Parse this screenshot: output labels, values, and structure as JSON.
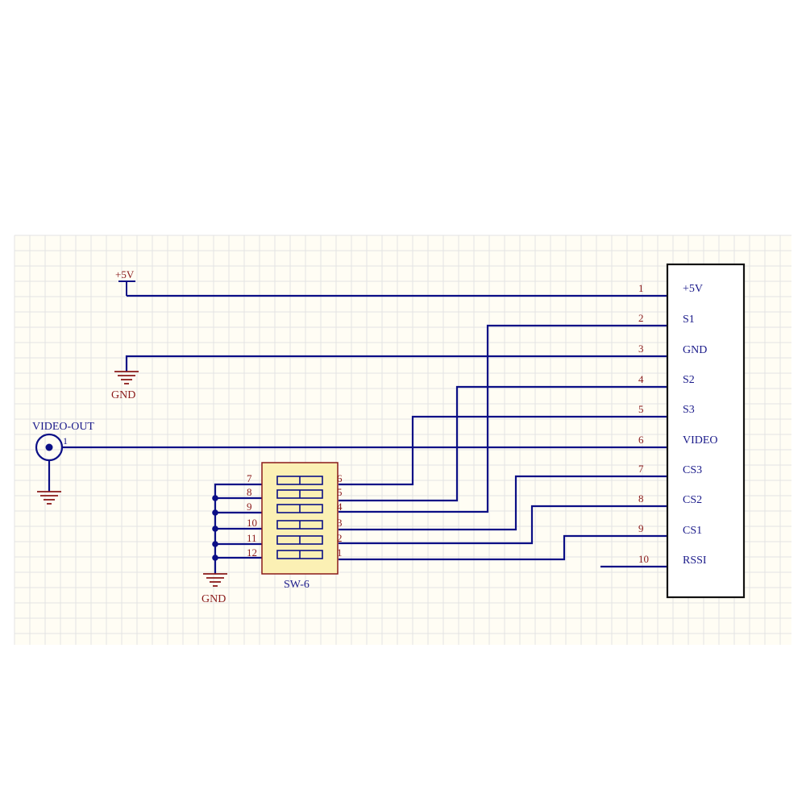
{
  "colors": {
    "paper": "#fffdf4",
    "grid": "#e3e3e3",
    "wire": "#0b0f86",
    "pin_number": "#8a1a1a",
    "pin_name": "#1a1a8a",
    "part_label": "#1a1a8a",
    "power_label": "#8a1a1a",
    "junction": "#0b0f86",
    "switch_body": "#fbf0b4",
    "ground_symbol": "#8a1a1a"
  },
  "power": {
    "vcc_label": "+5V",
    "gnd_top_label": "GND",
    "gnd_bottom_label": "GND"
  },
  "video_out": {
    "label": "VIDEO-OUT",
    "pin": "1"
  },
  "switch": {
    "label": "SW-6",
    "left_pins": [
      "7",
      "8",
      "9",
      "10",
      "11",
      "12"
    ],
    "right_pins": [
      "6",
      "5",
      "4",
      "3",
      "2",
      "1"
    ]
  },
  "connector": {
    "pins": [
      {
        "num": "1",
        "name": "+5V"
      },
      {
        "num": "2",
        "name": "S1"
      },
      {
        "num": "3",
        "name": "GND"
      },
      {
        "num": "4",
        "name": "S2"
      },
      {
        "num": "5",
        "name": "S3"
      },
      {
        "num": "6",
        "name": "VIDEO"
      },
      {
        "num": "7",
        "name": "CS3"
      },
      {
        "num": "8",
        "name": "CS2"
      },
      {
        "num": "9",
        "name": "CS1"
      },
      {
        "num": "10",
        "name": "RSSI"
      }
    ]
  }
}
